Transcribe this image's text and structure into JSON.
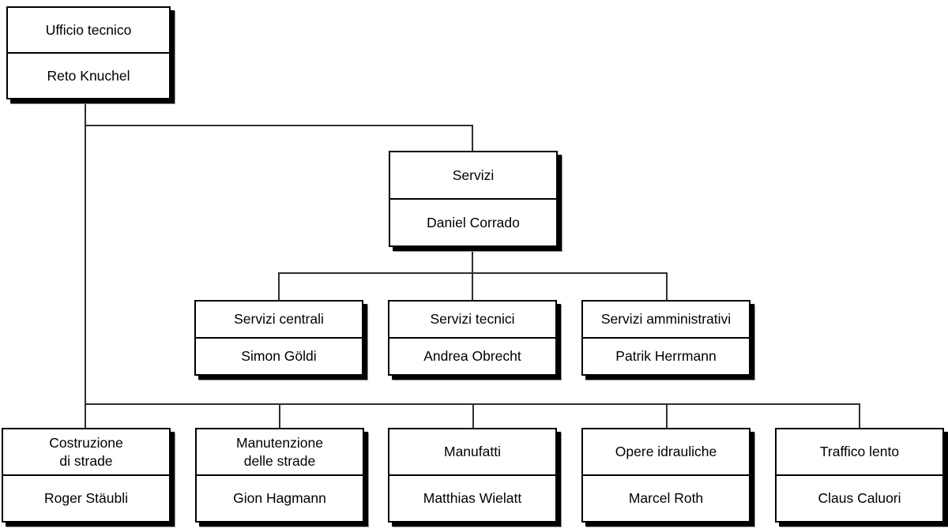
{
  "colors": {
    "box_fill": "#ffffff",
    "box_border": "#000000",
    "box_shadow": "#000000",
    "connector": "#2e2e2e",
    "text": "#000000",
    "background": "#ffffff"
  },
  "nodes": [
    {
      "id": "ufficio-tecnico",
      "title": "Ufficio tecnico",
      "name": "Reto Knuchel"
    },
    {
      "id": "servizi",
      "title": "Servizi",
      "name": "Daniel Corrado"
    },
    {
      "id": "servizi-centrali",
      "title": "Servizi centrali",
      "name": "Simon Göldi"
    },
    {
      "id": "servizi-tecnici",
      "title": "Servizi tecnici",
      "name": "Andrea Obrecht"
    },
    {
      "id": "servizi-amministrativi",
      "title": "Servizi amministrativi",
      "name": "Patrik Herrmann"
    },
    {
      "id": "costruzione-di-strade",
      "title": "Costruzione\ndi strade",
      "name": "Roger Stäubli"
    },
    {
      "id": "manutenzione-delle-strade",
      "title": "Manutenzione\ndelle strade",
      "name": "Gion Hagmann"
    },
    {
      "id": "manufatti",
      "title": "Manufatti",
      "name": "Matthias Wielatt"
    },
    {
      "id": "opere-idrauliche",
      "title": "Opere idrauliche",
      "name": "Marcel Roth"
    },
    {
      "id": "traffico-lento",
      "title": "Traffico lento",
      "name": "Claus Caluori"
    }
  ],
  "hierarchy": {
    "root": "ufficio-tecnico",
    "edges": [
      {
        "from": "ufficio-tecnico",
        "to": "servizi"
      },
      {
        "from": "servizi",
        "to": "servizi-centrali"
      },
      {
        "from": "servizi",
        "to": "servizi-tecnici"
      },
      {
        "from": "servizi",
        "to": "servizi-amministrativi"
      },
      {
        "from": "ufficio-tecnico",
        "to": "costruzione-di-strade"
      },
      {
        "from": "ufficio-tecnico",
        "to": "manutenzione-delle-strade"
      },
      {
        "from": "ufficio-tecnico",
        "to": "manufatti"
      },
      {
        "from": "ufficio-tecnico",
        "to": "opere-idrauliche"
      },
      {
        "from": "ufficio-tecnico",
        "to": "traffico-lento"
      }
    ]
  }
}
